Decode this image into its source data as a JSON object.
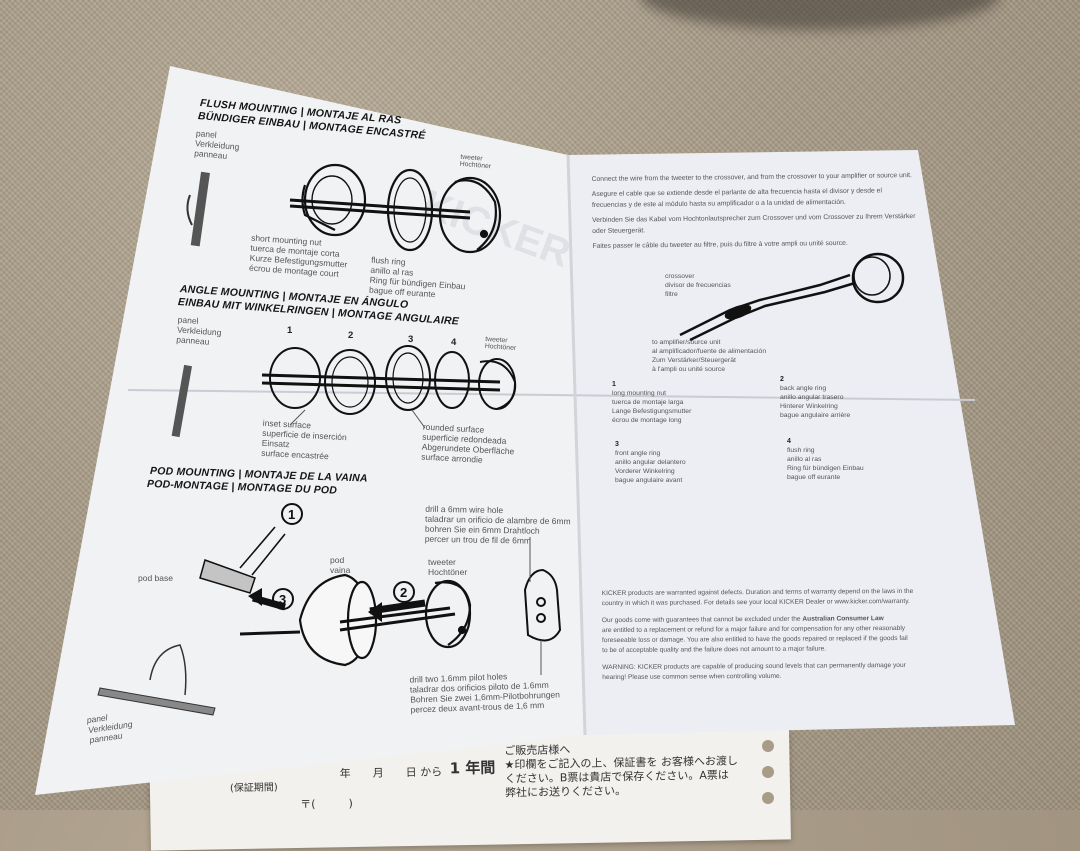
{
  "left_page": {
    "flush_heading_1": "FLUSH MOUNTING | MONTAJE AL RAS",
    "flush_heading_2": "BÜNDIGER EINBAU | MONTAGE ENCASTRÉ",
    "panel_label": [
      "panel",
      "Verkleidung",
      "panneau"
    ],
    "tweeter_label": [
      "tweeter",
      "Hochtöner"
    ],
    "short_nut_label": [
      "short mounting nut",
      "tuerca de montaje corta",
      "Kurze Befestigungsmutter",
      "écrou de montage court"
    ],
    "flush_ring_label": [
      "flush ring",
      "anillo al ras",
      "Ring für bündigen Einbau",
      "bague off eurante"
    ],
    "angle_heading_1": "ANGLE MOUNTING | MONTAJE EN ÁNGULO",
    "angle_heading_2": "EINBAU MIT WINKELRINGEN | MONTAGE ANGULAIRE",
    "angle_numbers": [
      "1",
      "2",
      "3",
      "4"
    ],
    "inset_label": [
      "inset surface",
      "superficie de inserción",
      "Einsatz",
      "surface encastrée"
    ],
    "rounded_label": [
      "rounded surface",
      "superficie redondeada",
      "Abgerundete Oberfläche",
      "surface arrondie"
    ],
    "pod_heading_1": "POD MOUNTING | MONTAJE DE LA VAINA",
    "pod_heading_2": "POD-MONTAGE | MONTAGE DU POD",
    "pod_base_label": "pod base",
    "pod_label": [
      "pod",
      "vaina"
    ],
    "drill_wire_label": [
      "drill a 6mm wire hole",
      "taladrar un orificio de alambre de 6mm",
      "bohren Sie ein 6mm Drahtloch",
      "percer un trou de fil de 6mm"
    ],
    "drill_pilot_label": [
      "drill two 1.6mm pilot holes",
      "taladrar dos orificios piloto de 1.6mm",
      "Bohren Sie zwei 1,6mm-Pilotbohrungen",
      "percez deux avant-trous de 1,6 mm"
    ],
    "step_numbers": [
      "1",
      "2",
      "3"
    ],
    "watermark": "KICKER"
  },
  "right_page": {
    "intro_lines": [
      "Connect the wire from the tweeter to the crossover, and from the crossover to your amplifier or source unit.",
      "Asegure el cable que se extiende desde el parlante de alta frecuencia hasta el divisor y desde el",
      "frecuencias y de este al módulo hasta su amplificador o a la unidad de alimentación.",
      "Verbinden Sie das Kabel vom Hochtonlautsprecher zum Crossover und vom Crossover zu Ihrem Verstärker",
      "oder Steuergerät.",
      "Faites passer le câble du tweeter au filtre, puis du filtre à votre ampli ou unité source."
    ],
    "crossover_label": [
      "crossover",
      "divisor de frecuencias",
      "filtre"
    ],
    "amp_label": [
      "to amplifier/source unit",
      "al amplificador/fuente de alimentación",
      "Zum Verstärker/Steuergerät",
      "à l'ampli ou unité source"
    ],
    "part1": [
      "1",
      "long mounting nut",
      "tuerca de montaje larga",
      "Lange Befestigungsmutter",
      "écrou de montage long"
    ],
    "part2": [
      "2",
      "back angle ring",
      "anillo angular trasero",
      "Hinterer Winkelring",
      "bague angulaire arrière"
    ],
    "part3": [
      "3",
      "front angle ring",
      "anillo angular delantero",
      "Vorderer Winkelring",
      "bague angulaire avant"
    ],
    "part4": [
      "4",
      "flush ring",
      "anillo al ras",
      "Ring für bündigen Einbau",
      "bague off eurante"
    ],
    "warranty_lines": [
      "KICKER products are warranted against defects. Duration and terms of warranty depend on the laws in the",
      "country in which it was purchased. For details see your local KICKER Dealer or www.kicker.com/warranty."
    ],
    "acl_line_pre": "Our goods come with guarantees that cannot be excluded under the ",
    "acl_bold": "Australian Consumer Law",
    "acl_lines": [
      "are entitled to a replacement or refund for a major failure and for compensation for any other reasonably",
      "foreseeable loss or damage. You are also entitled to have the goods repaired or replaced if the goods fail",
      "to be of acceptable quality and the failure does not amount to a major failure."
    ],
    "warning_lines": [
      "WARNING: KICKER products are capable of producing sound levels that can permanently damage your",
      "hearing! Please use common sense when controlling volume."
    ]
  },
  "card": {
    "line1": "ご販売店様へ",
    "line2": "★印欄をご記入の上、保証書を お客様へお渡し",
    "line3": "ください。B票は貴店で保存ください。A票は",
    "line4": "弊社にお送りください。",
    "period": "(保証期間)",
    "ym": "年　　月　　日 から",
    "term": "1 年間",
    "postal": "〒(　　　)"
  }
}
